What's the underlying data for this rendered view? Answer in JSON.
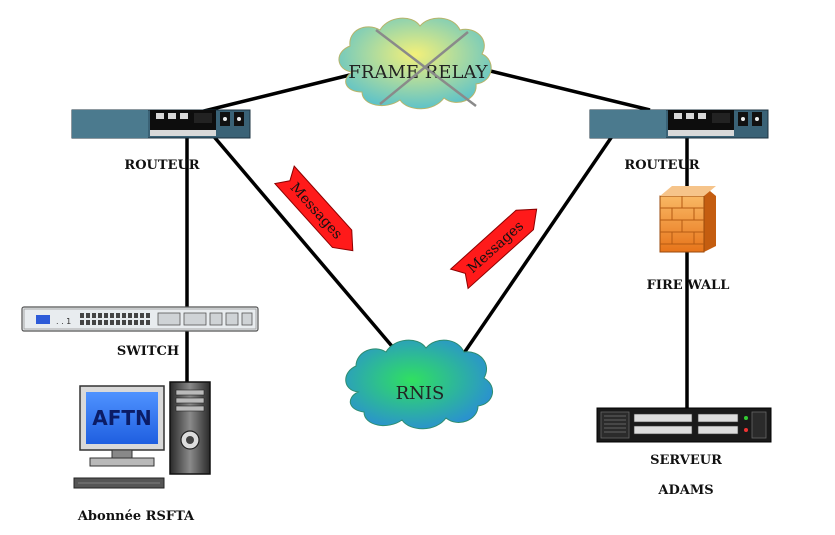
{
  "clouds": {
    "top": {
      "label": "FRAME RELAY",
      "crossed_out": true,
      "gradient": [
        "#f3f07a",
        "#5fc3c8"
      ]
    },
    "bottom": {
      "label": "RNIS",
      "gradient": [
        "#30e060",
        "#2a8ed4"
      ]
    }
  },
  "devices": {
    "router_left": {
      "label": "ROUTEUR"
    },
    "router_right": {
      "label": "ROUTEUR"
    },
    "switch": {
      "label": "SWITCH"
    },
    "firewall": {
      "label": "FIRE WALL"
    },
    "server": {
      "label_line1": "SERVEUR",
      "label_line2": "ADAMS"
    },
    "workstation": {
      "label": "Abonnée RSFTA",
      "screen_text": "AFTN"
    }
  },
  "arrows": {
    "left": {
      "label": "Messages"
    },
    "right": {
      "label": "Messages"
    }
  },
  "colors": {
    "arrow_fill": "#ff1a1a",
    "router_body": "#3a6276",
    "firewall": "#f29030",
    "cross": "#8a8a8a"
  }
}
